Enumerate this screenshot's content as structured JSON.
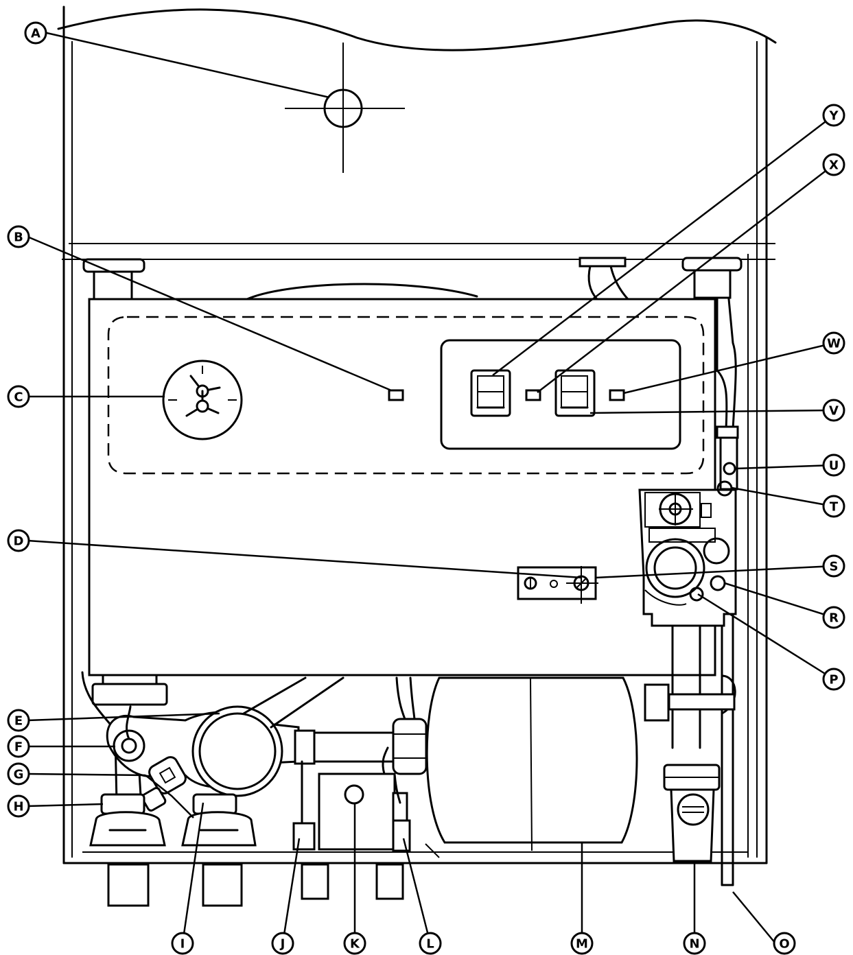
{
  "labels": {
    "A": "A",
    "B": "B",
    "C": "C",
    "D": "D",
    "E": "E",
    "F": "F",
    "G": "G",
    "H": "H",
    "I": "I",
    "J": "J",
    "K": "K",
    "L": "L",
    "M": "M",
    "N": "N",
    "O": "O",
    "P": "P",
    "R": "R",
    "S": "S",
    "T": "T",
    "U": "U",
    "V": "V",
    "W": "W",
    "X": "X",
    "Y": "Y"
  },
  "colors": {
    "line": "#000000",
    "background": "#ffffff"
  }
}
